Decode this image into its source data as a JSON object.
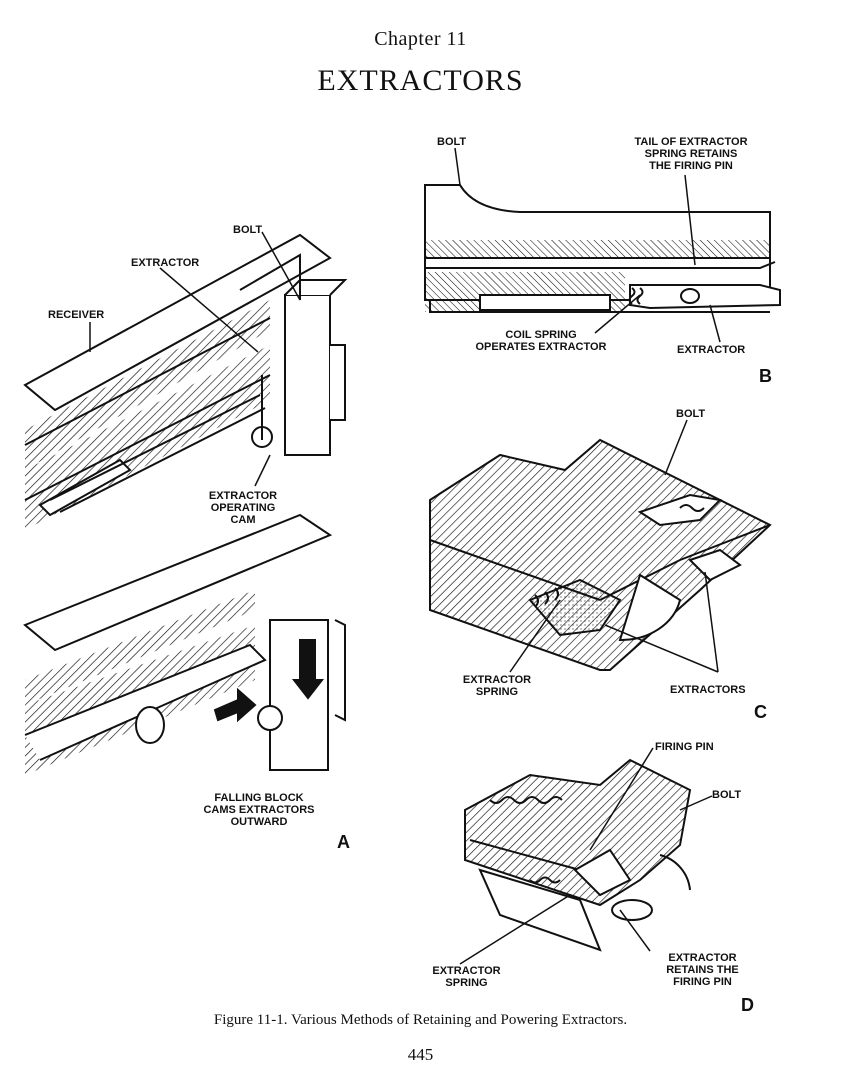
{
  "header": {
    "chapter": "Chapter 11",
    "title": "EXTRACTORS"
  },
  "figures": {
    "a": {
      "letter": "A",
      "labels": {
        "receiver": "RECEIVER",
        "extractor": "EXTRACTOR",
        "bolt": "BOLT",
        "operating_cam": "EXTRACTOR\nOPERATING\nCAM",
        "falling_block": "FALLING BLOCK\nCAMS EXTRACTORS\nOUTWARD"
      }
    },
    "b": {
      "letter": "B",
      "labels": {
        "bolt": "BOLT",
        "tail": "TAIL OF EXTRACTOR\nSPRING RETAINS\nTHE FIRING PIN",
        "coil_spring": "COIL SPRING\nOPERATES EXTRACTOR",
        "extractor": "EXTRACTOR"
      }
    },
    "c": {
      "letter": "C",
      "labels": {
        "bolt": "BOLT",
        "spring": "EXTRACTOR\nSPRING",
        "extractors": "EXTRACTORS"
      }
    },
    "d": {
      "letter": "D",
      "labels": {
        "firing_pin": "FIRING PIN",
        "bolt": "BOLT",
        "spring": "EXTRACTOR\nSPRING",
        "retains": "EXTRACTOR\nRETAINS THE\nFIRING PIN"
      }
    }
  },
  "caption": "Figure 11-1. Various Methods of Retaining and Powering Extractors.",
  "page_number": "445"
}
